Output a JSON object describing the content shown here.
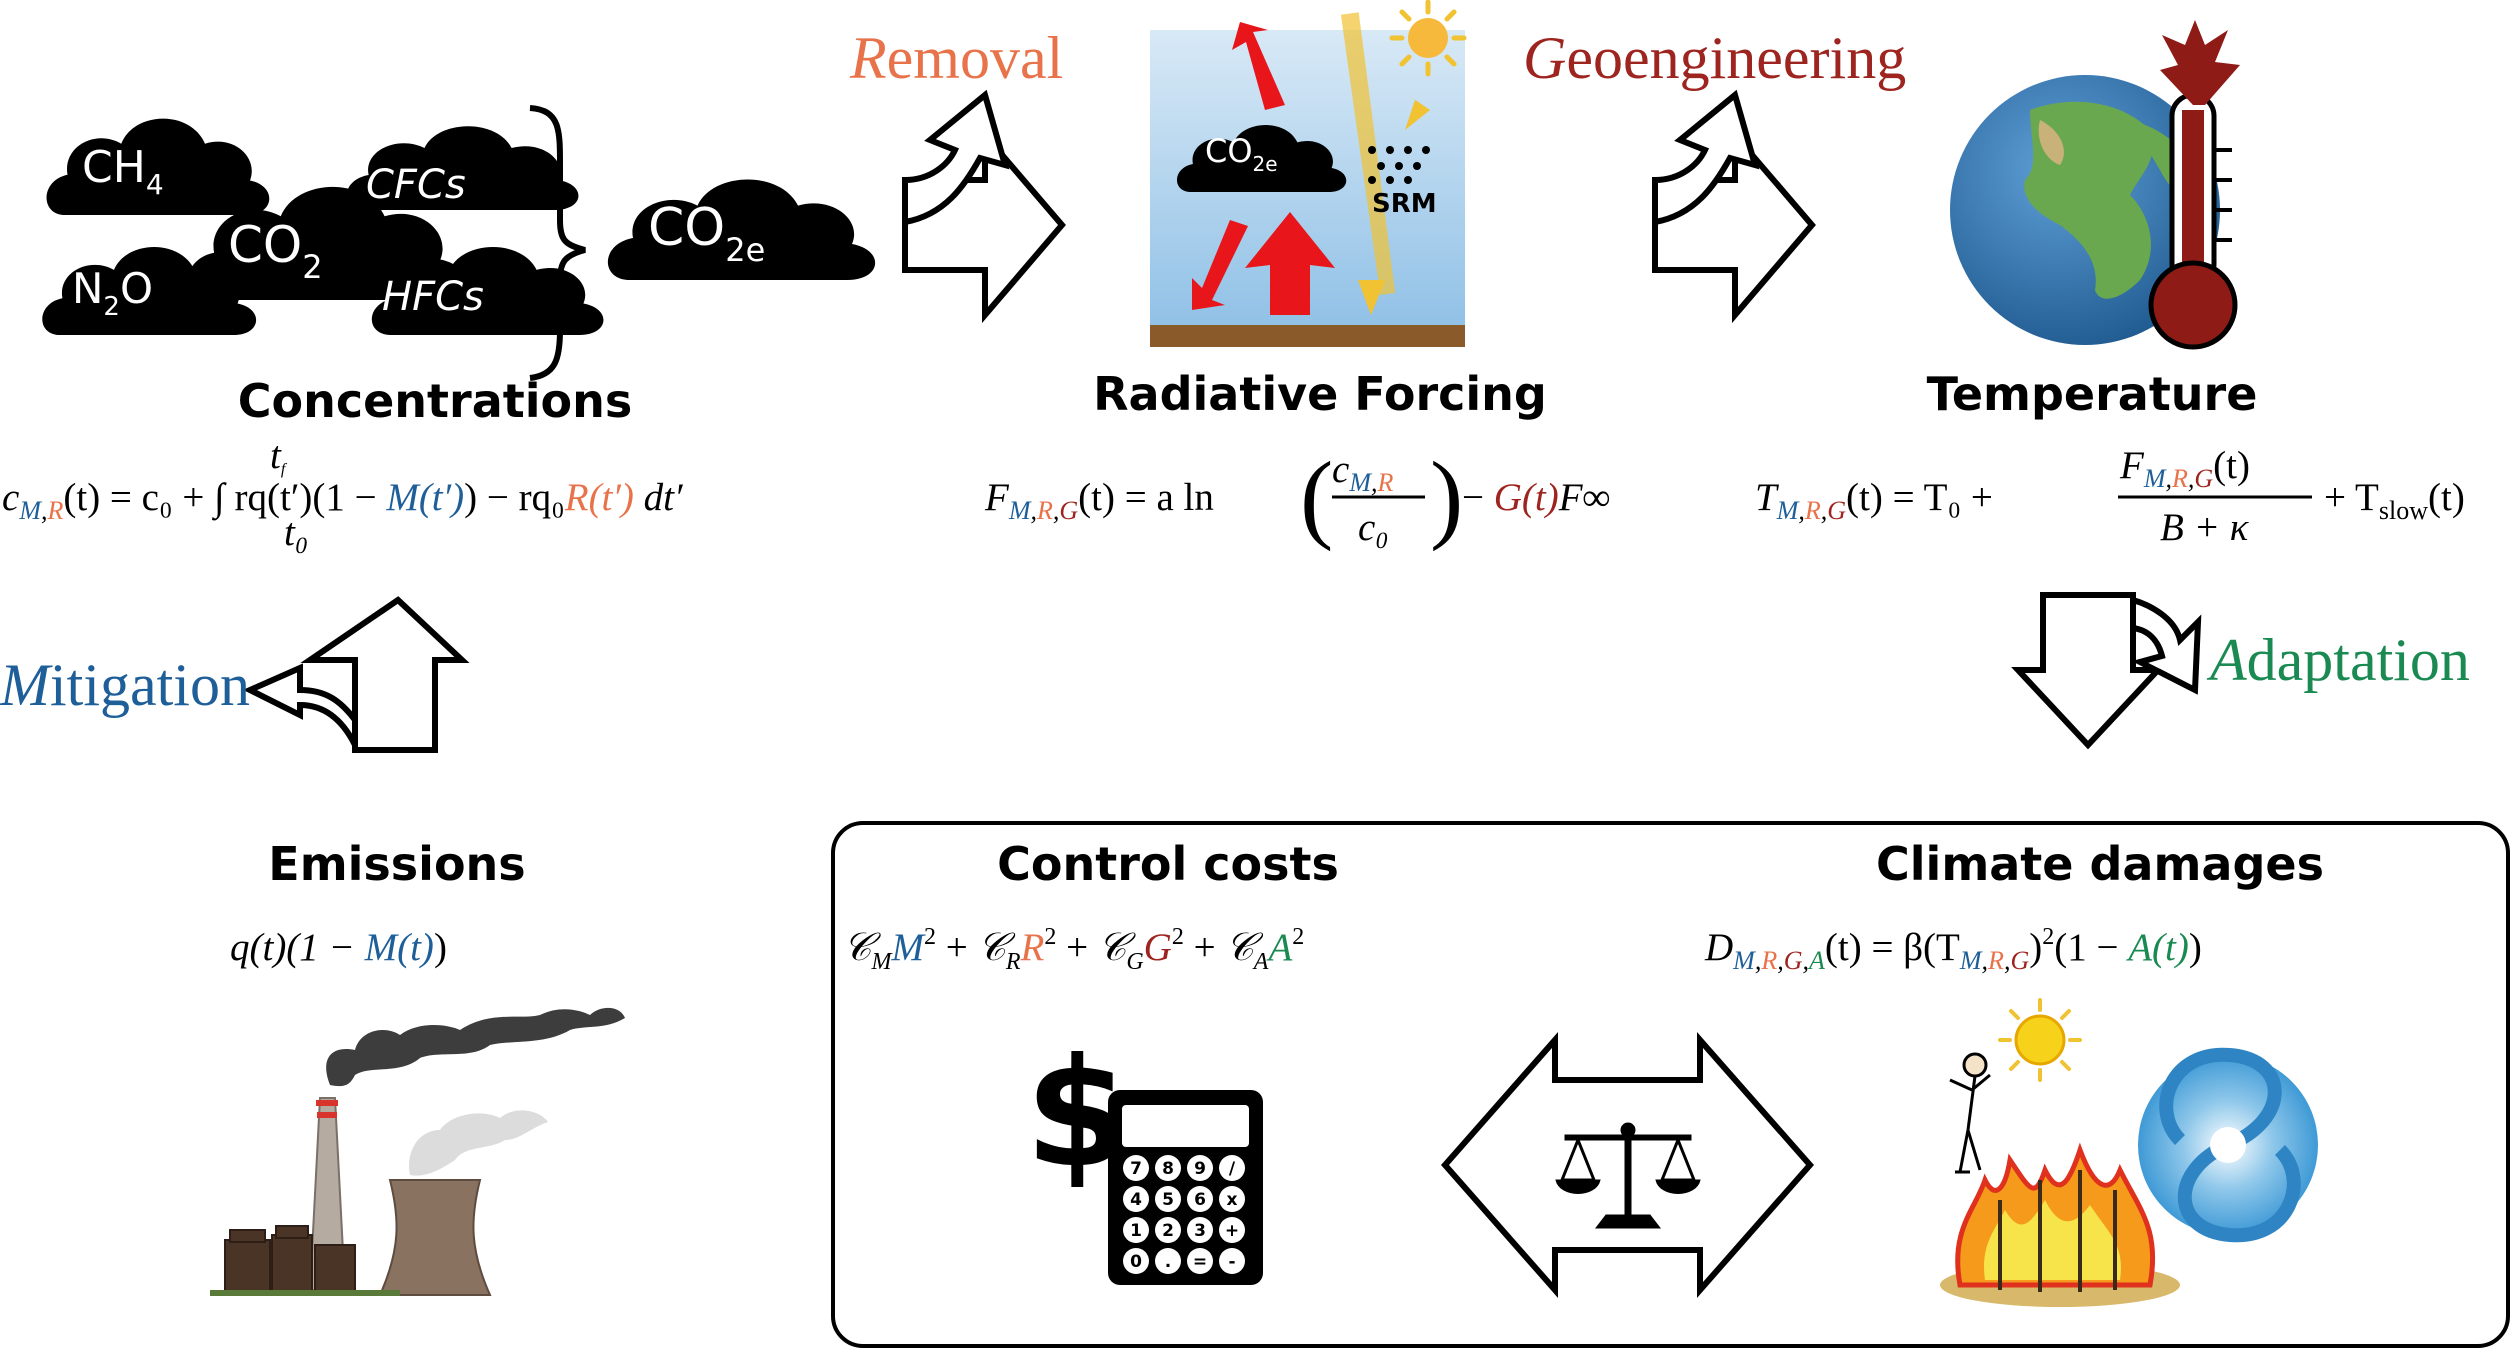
{
  "colors": {
    "mitigation": "#1f5f99",
    "removal": "#e8734a",
    "geoengineering": "#9e2420",
    "adaptation": "#1b8a52",
    "sky_top": "#d8e9f6",
    "sky_bottom": "#8fc0e6",
    "ground": "#8b5a2b",
    "forcing_arrow": "#e8151b",
    "sun_ray": "#f1c232"
  },
  "controls": {
    "removal": {
      "initial": "R",
      "rest": "emoval"
    },
    "geoengineering": {
      "initial": "G",
      "rest": "eoengineering"
    },
    "mitigation": {
      "initial": "M",
      "rest": "itigation"
    },
    "adaptation": {
      "initial": "A",
      "rest": "daptation"
    }
  },
  "clouds": {
    "ch4": {
      "main": "CH",
      "sub": "4"
    },
    "n2o": {
      "pre": "N",
      "sub": "2",
      "post": "O"
    },
    "co2": {
      "main": "CO",
      "sub": "2"
    },
    "cfcs": "CFCs",
    "hfcs": "HFCs",
    "co2e": {
      "main": "CO",
      "sub": "2e"
    },
    "forcing_co2e": {
      "main": "CO",
      "sub": "2e"
    }
  },
  "forcing_panel": {
    "srm_label": "SRM"
  },
  "sections": {
    "concentrations": {
      "title": "Concentrations",
      "equation": {
        "c": "c",
        "sub_m": "M",
        "comma": ",",
        "sub_r": "R",
        "lhs_rest": "(t) = c₀ + ∫ rq(t′)(1 − ",
        "m_term": "M(t′)",
        "mid": ") − rq₀",
        "r_term": "R(t′)",
        "end": " dt′",
        "upper": "t",
        "upper_sub": "f",
        "lower": "t₀"
      }
    },
    "radiative_forcing": {
      "title": "Radiative Forcing",
      "equation": {
        "f": "F",
        "sub_m": "M",
        "c1": ",",
        "sub_r": "R",
        "c2": ",",
        "sub_g": "G",
        "rest": "(t) = a ln",
        "num_c": "c",
        "num_sub_m": "M",
        "num_comma": ",",
        "num_sub_r": "R",
        "den": "c₀",
        "minus": " − ",
        "g_term": "G(t)",
        "tail": "F∞"
      }
    },
    "temperature": {
      "title": "Temperature",
      "equation": {
        "t": "T",
        "sub_m": "M",
        "c1": ",",
        "sub_r": "R",
        "c2": ",",
        "sub_g": "G",
        "rest": "(t) = T₀ + ",
        "num_f": "F",
        "num_sub_m": "M",
        "num_c1": ",",
        "num_sub_r": "R",
        "num_c2": ",",
        "num_sub_g": "G",
        "num_t": "(t)",
        "den": "B + κ",
        "tail": "+ T",
        "tail_sub": "slow",
        "tail_end": "(t)"
      }
    },
    "emissions": {
      "title": "Emissions",
      "equation": {
        "pre": "q(t)(1 − ",
        "m_term": "M(t)",
        "post": ")"
      }
    },
    "control_costs": {
      "title": "Control costs",
      "equation": {
        "cm": "𝒞",
        "cm_sub": "M",
        "m": "M",
        "m_exp": "2",
        "p1": " + ",
        "cr": "𝒞",
        "cr_sub": "R",
        "r": "R",
        "r_exp": "2",
        "p2": " + ",
        "cg": "𝒞",
        "cg_sub": "G",
        "g": "G",
        "g_exp": "2",
        "p3": " + ",
        "ca": "𝒞",
        "ca_sub": "A",
        "a": "A",
        "a_exp": "2"
      }
    },
    "climate_damages": {
      "title": "Climate damages",
      "equation": {
        "d": "D",
        "sub_m": "M",
        "c1": ",",
        "sub_r": "R",
        "c2": ",",
        "sub_g": "G",
        "c3": ",",
        "sub_a": "A",
        "mid": "(t) = β(T",
        "t_sub_m": "M",
        "t_c1": ",",
        "t_sub_r": "R",
        "t_c2": ",",
        "t_sub_g": "G",
        "close": ")",
        "exp": "2",
        "tail": "(1 − ",
        "a_term": "A(t)",
        "end": ")"
      }
    }
  },
  "calculator": {
    "dollar": "$",
    "keys": [
      "7",
      "8",
      "9",
      "/",
      "4",
      "5",
      "6",
      "x",
      "1",
      "2",
      "3",
      "+",
      "0",
      ".",
      "=",
      "-"
    ]
  },
  "icons": [
    "sun-icon",
    "earth-icon",
    "thermometer-icon",
    "power-plant-icon",
    "calculator-icon",
    "scales-icon",
    "wildfire-icon",
    "hurricane-icon",
    "person-icon"
  ]
}
